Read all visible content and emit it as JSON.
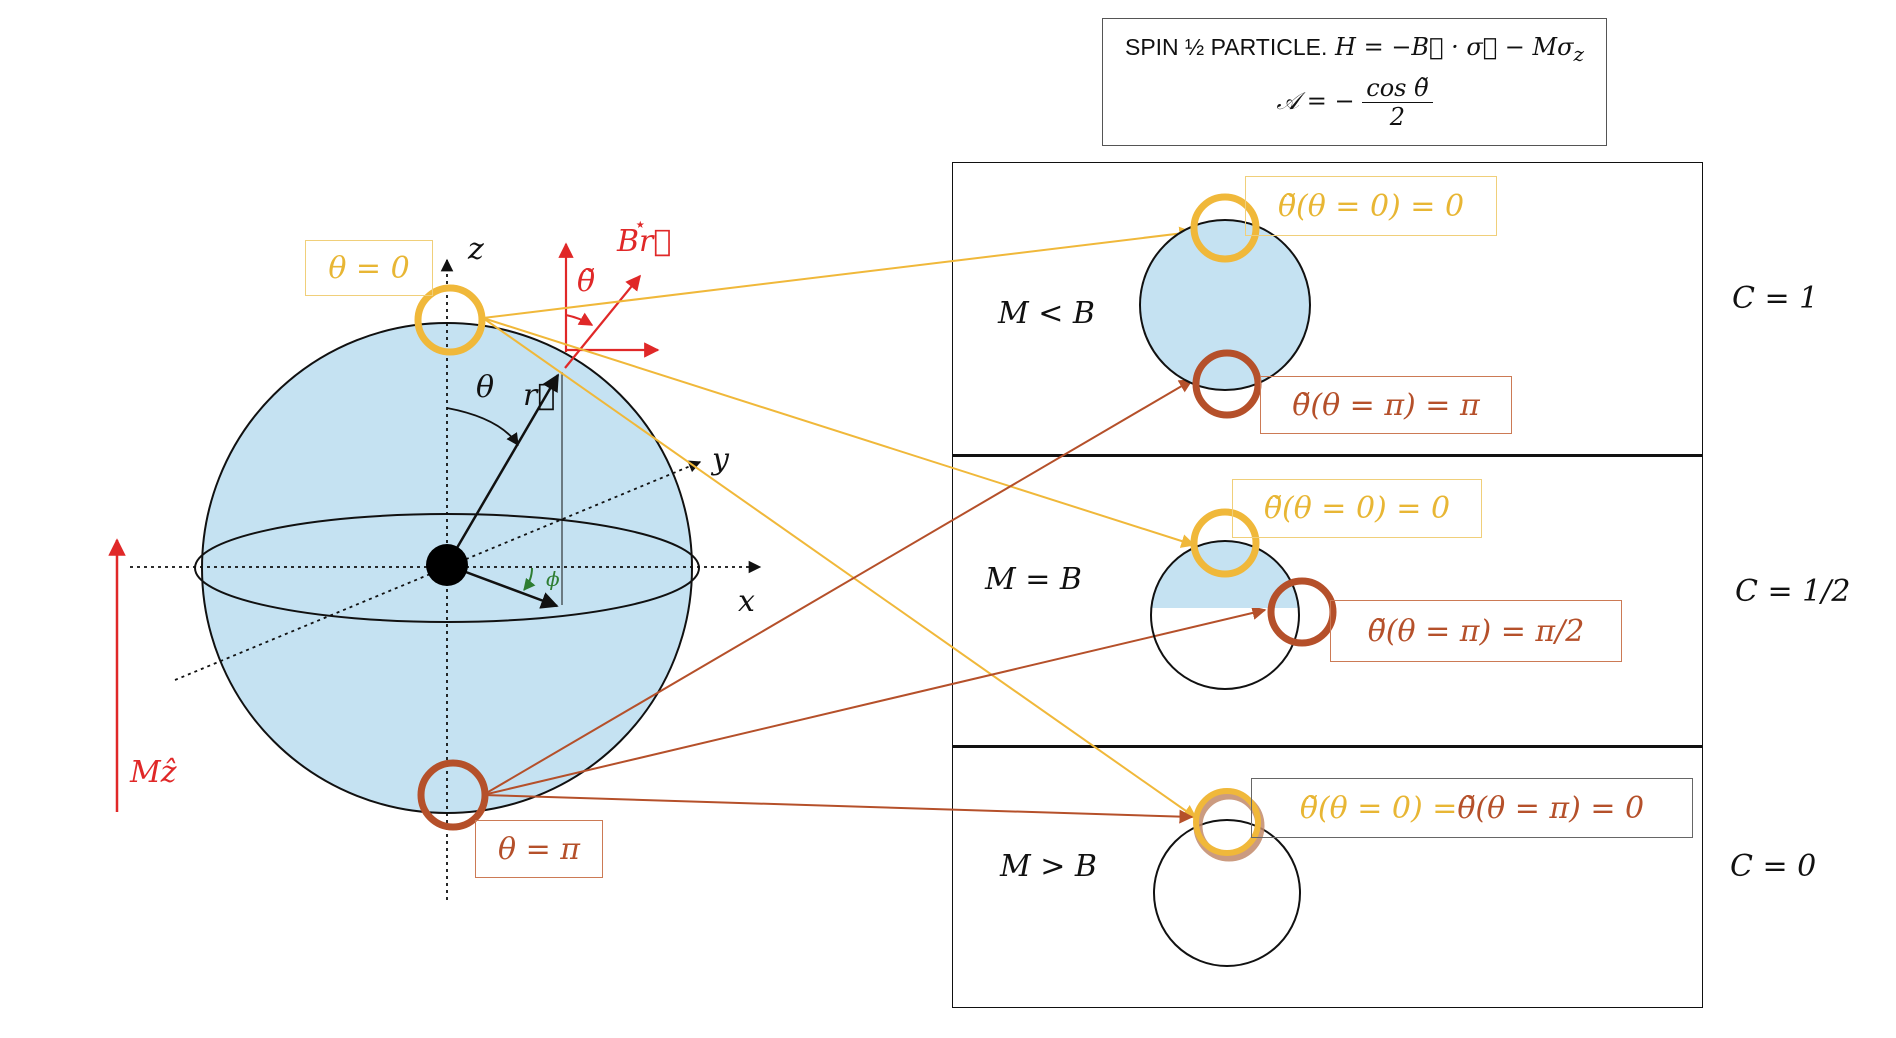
{
  "header": {
    "particle_text": "SPIN ½ PARTICLE.",
    "hamiltonian": "H = −B⃗ · σ⃗  − Mσ",
    "hamiltonian_sub": "z",
    "berry_lhs": "𝒜 = −",
    "berry_num": "cos θ̃",
    "berry_den": "2"
  },
  "sphere": {
    "axis_x": "x",
    "axis_y": "y",
    "axis_z": "z",
    "theta_label": "θ",
    "r_label": "r⃗",
    "phi_label": "ϕ",
    "theta_tilde_label": "θ̃",
    "b_r_label": "Br⃗",
    "b_star": "⋆",
    "mz_label": "Mẑ",
    "north_tag": "θ = 0",
    "south_tag": "θ = π"
  },
  "panels": [
    {
      "condition": "M < B",
      "chern": "C = 1",
      "top_tag": "θ̃(θ = 0) = 0",
      "bottom_tag": "θ̃(θ = π) = π"
    },
    {
      "condition": "M = B",
      "chern": "C = 1/2",
      "top_tag": "θ̃(θ = 0) = 0",
      "bottom_tag": "θ̃(θ = π) = π/2"
    },
    {
      "condition": "M > B",
      "chern": "C = 0",
      "tag_part1": "θ̃(θ = 0) = ",
      "tag_part2": "θ̃(θ = π) = 0"
    }
  ],
  "colors": {
    "north_yellow": "#f0b83a",
    "south_brown": "#b5502a",
    "field_red": "#e02828",
    "sphere_fill": "#c5e2f2",
    "phi_green": "#2e7d32"
  }
}
